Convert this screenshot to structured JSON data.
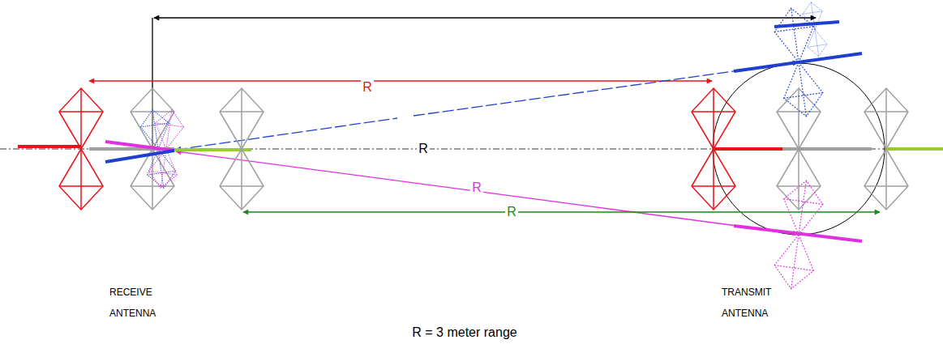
{
  "diagram": {
    "labels": [
      "R",
      "R",
      "R",
      "R",
      "RECEIVE ANTENNA",
      "TRANSMIT ANTENNA",
      "R = 3 meter range"
    ]
  }
}
